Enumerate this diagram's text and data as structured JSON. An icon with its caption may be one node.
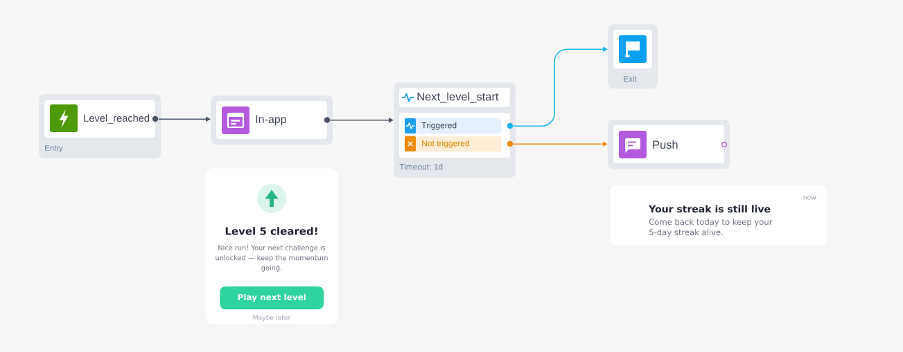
{
  "diagram": {
    "nodes": [
      {
        "text": [
          "Level_reached",
          "Entry"
        ]
      },
      {
        "text": [
          "In-app"
        ]
      },
      {
        "text": [
          "Level 5 cleared!",
          "Nice run! Your next challenge is unlocked — keep the momentum going.",
          "Maybe later"
        ]
      },
      {
        "text": [
          "Play next level"
        ],
        "in": 2
      },
      {
        "text": [
          "Next_level_start",
          "Timeout: 1d"
        ]
      },
      {
        "text": [
          "Triggered"
        ],
        "in": 4
      },
      {
        "text": [
          "Not triggered"
        ],
        "in": 4
      },
      {
        "text": [
          "Exit"
        ]
      },
      {
        "text": [
          "Push"
        ]
      },
      {
        "text": [
          "Your streak is still live",
          "Come back today to keep your 5-day streak alive.",
          "now"
        ]
      }
    ],
    "edges": [
      {
        "from": 0,
        "to": 1,
        "arrow": "to"
      },
      {
        "from": 1,
        "to": 4,
        "arrow": "to"
      },
      {
        "from": 5,
        "to": 7,
        "arrow": "to",
        "color": "#19b5e8"
      },
      {
        "from": 6,
        "to": 8,
        "arrow": "to",
        "color": "#ec8a0c"
      }
    ]
  }
}
